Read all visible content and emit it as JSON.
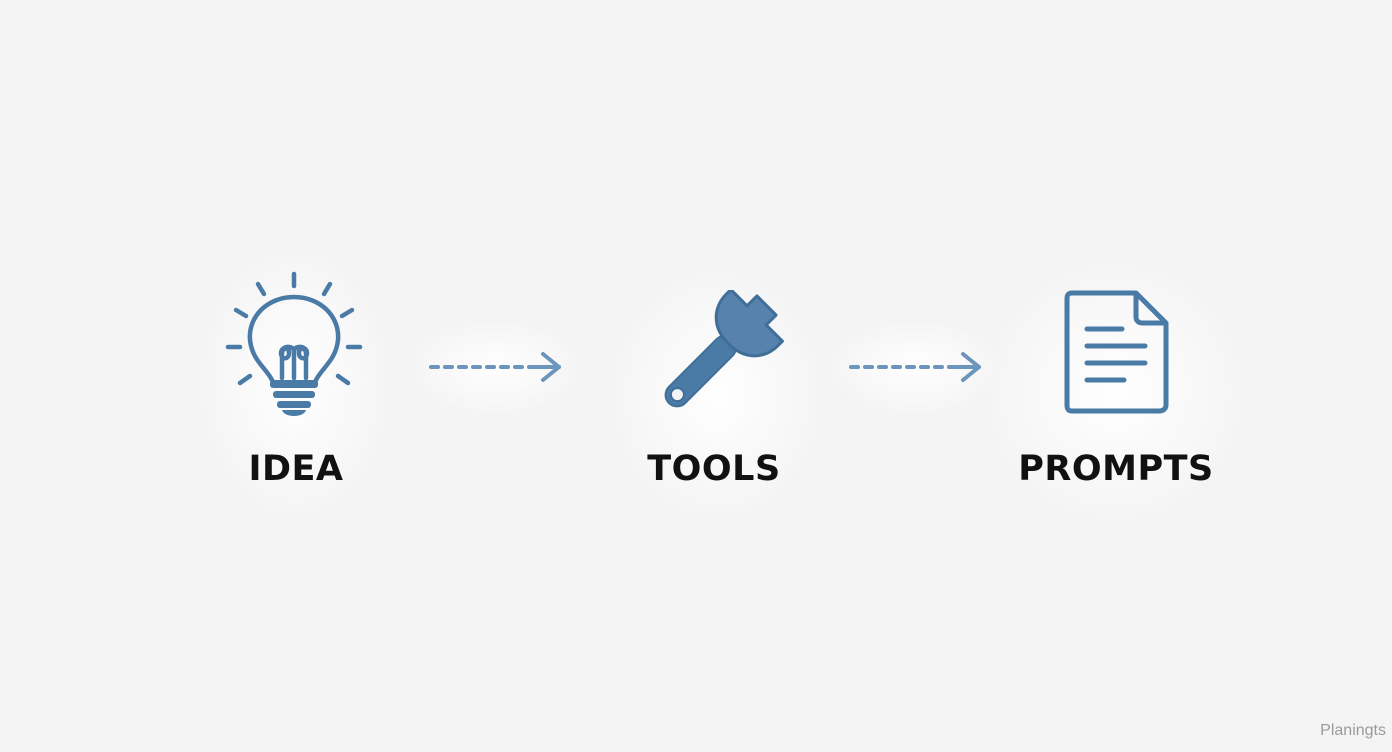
{
  "colors": {
    "background": "#f4f4f4",
    "icon_stroke": "#4a7aa6",
    "icon_fill": "#5682ad",
    "arrow": "#6b95bd",
    "label": "#111111",
    "watermark": "#9a9a9a"
  },
  "steps": [
    {
      "label": "IDEA",
      "icon": "lightbulb-icon"
    },
    {
      "label": "TOOLS",
      "icon": "wrench-icon"
    },
    {
      "label": "PROMPTS",
      "icon": "document-icon"
    }
  ],
  "connectors": [
    {
      "icon": "dashed-arrow-right-icon"
    },
    {
      "icon": "dashed-arrow-right-icon"
    }
  ],
  "watermark": "Planingts"
}
